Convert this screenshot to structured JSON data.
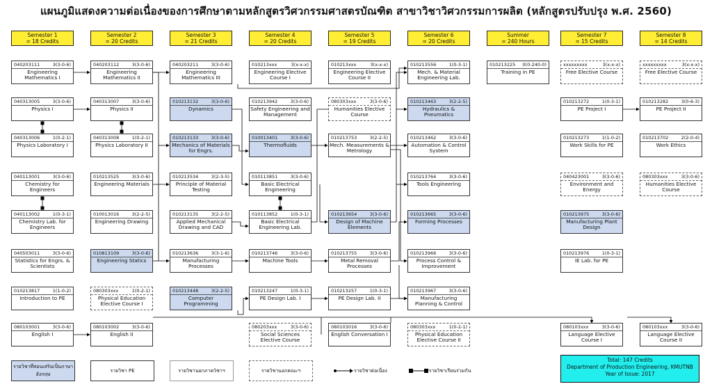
{
  "title": "แผนภูมิแสดงความต่อเนื่องของการศึกษาตามหลักสูตรวิศวกรรมศาสตรบัณฑิต สาขาวิชาวิศวกรรมการผลิต (หลักสูตรปรับปรุง พ.ศ. 2560)",
  "semesters": [
    {
      "name": "Semester 1",
      "credits": "= 18 Credits"
    },
    {
      "name": "Semester 2",
      "credits": "= 20 Credits"
    },
    {
      "name": "Semester 3",
      "credits": "= 21 Credits"
    },
    {
      "name": "Semester 4",
      "credits": "= 20 Credits"
    },
    {
      "name": "Semester 5",
      "credits": "= 19 Credits"
    },
    {
      "name": "Semester 6",
      "credits": "= 20 Credits"
    },
    {
      "name": "Summer",
      "credits": "= 240 Hours"
    },
    {
      "name": "Semester 7",
      "credits": "= 15 Credits"
    },
    {
      "name": "Semester 8",
      "credits": "= 14 Credits"
    }
  ],
  "courses": [
    {
      "col": 0,
      "row": 0,
      "code": "040203111",
      "cr": "3(3-0-6)",
      "name": "Engineering Mathematics I",
      "style": "thin"
    },
    {
      "col": 0,
      "row": 1,
      "code": "040313005",
      "cr": "3(3-0-6)",
      "name": "Physics I",
      "style": "thin"
    },
    {
      "col": 0,
      "row": 2,
      "code": "040313006",
      "cr": "1(0-2-1)",
      "name": "Physics Laboratory I",
      "style": "thin"
    },
    {
      "col": 0,
      "row": 3,
      "code": "040113001",
      "cr": "3(3-0-6)",
      "name": "Chemistry for Engineers",
      "style": "thin"
    },
    {
      "col": 0,
      "row": 4,
      "code": "040113002",
      "cr": "1(0-3-1)",
      "name": "Chemistry Lab. for Engineers",
      "style": "thin"
    },
    {
      "col": 0,
      "row": 5,
      "code": "040503011",
      "cr": "3(3-0-6)",
      "name": "Statistics for Engrs. & Scientists",
      "style": "thin"
    },
    {
      "col": 0,
      "row": 6,
      "code": "010213817",
      "cr": "1(1-0-2)",
      "name": "Introduction to PE",
      "style": "thick"
    },
    {
      "col": 0,
      "row": 7,
      "code": "080103001",
      "cr": "3(3-0-6)",
      "name": "English I",
      "style": "thin"
    },
    {
      "col": 1,
      "row": 0,
      "code": "040203112",
      "cr": "3(3-0-6)",
      "name": "Engineering Mathematics II",
      "style": "thin"
    },
    {
      "col": 1,
      "row": 1,
      "code": "040313007",
      "cr": "3(3-0-6)",
      "name": "Physics II",
      "style": "thin"
    },
    {
      "col": 1,
      "row": 2,
      "code": "040313008",
      "cr": "1(0-2-1)",
      "name": "Physics Laboratory II",
      "style": "thin"
    },
    {
      "col": 1,
      "row": 3,
      "code": "010213525",
      "cr": "3(3-0-6)",
      "name": "Engineering Materials",
      "style": "thick"
    },
    {
      "col": 1,
      "row": 4,
      "code": "010013016",
      "cr": "3(2-2-5)",
      "name": "Engineering Drawing",
      "style": "thin"
    },
    {
      "col": 1,
      "row": 5,
      "code": "010813109",
      "cr": "3(3-0-6)",
      "name": "Engineering Statics",
      "style": "blue"
    },
    {
      "col": 1,
      "row": 6,
      "code": "080303xxx",
      "cr": "1(0-2-1)",
      "name": "Physical Education Elective Course I",
      "style": "dashed"
    },
    {
      "col": 1,
      "row": 7,
      "code": "080103002",
      "cr": "3(3-0-6)",
      "name": "English II",
      "style": "thin"
    },
    {
      "col": 2,
      "row": 0,
      "code": "040203211",
      "cr": "3(3-0-6)",
      "name": "Engineering Mathematics III",
      "style": "thin"
    },
    {
      "col": 2,
      "row": 1,
      "code": "010213132",
      "cr": "3(3-0-6)",
      "name": "Dynamics",
      "style": "blue"
    },
    {
      "col": 2,
      "row": 2,
      "code": "010213133",
      "cr": "3(3-0-6)",
      "name": "Mechanics of Materials for Engrs.",
      "style": "blue"
    },
    {
      "col": 2,
      "row": 3,
      "code": "010213534",
      "cr": "3(2-3-5)",
      "name": "Principle of Material Testing",
      "style": "thick"
    },
    {
      "col": 2,
      "row": 4,
      "code": "010213135",
      "cr": "3(2-2-5)",
      "name": "Applied Mechanical Drawing and CAD",
      "style": "thick"
    },
    {
      "col": 2,
      "row": 5,
      "code": "010213636",
      "cr": "3(3-1-6)",
      "name": "Manufacturing Processes",
      "style": "thick"
    },
    {
      "col": 2,
      "row": 6,
      "code": "010213448",
      "cr": "3(2-2-5)",
      "name": "Computer Programming",
      "style": "blue"
    },
    {
      "col": 3,
      "row": 0,
      "code": "010213xxx",
      "cr": "3(x-x-x)",
      "name": "Engineering Elective Course I",
      "style": "thin"
    },
    {
      "col": 3,
      "row": 1,
      "code": "010213942",
      "cr": "3(3-0-6)",
      "name": "Safety Engineering and Management",
      "style": "thick"
    },
    {
      "col": 3,
      "row": 2,
      "code": "010013401",
      "cr": "3(3-0-6)",
      "name": "Thermofluids",
      "style": "blue"
    },
    {
      "col": 3,
      "row": 3,
      "code": "010113851",
      "cr": "3(3-0-6)",
      "name": "Basic Electrical Engineering",
      "style": "thin"
    },
    {
      "col": 3,
      "row": 4,
      "code": "010113852",
      "cr": "1(0-3-1)",
      "name": "Basic Electrical Engineering Lab.",
      "style": "thin"
    },
    {
      "col": 3,
      "row": 5,
      "code": "010213746",
      "cr": "3(3-0-6)",
      "name": "Machine Tools",
      "style": "thick"
    },
    {
      "col": 3,
      "row": 6,
      "code": "010213247",
      "cr": "1(0-3-1)",
      "name": "PE Design Lab. I",
      "style": "thick"
    },
    {
      "col": 3,
      "row": 7,
      "code": "080203xxx",
      "cr": "3(3-0-6)",
      "name": "Social Sciences Elective Course",
      "style": "dashed"
    },
    {
      "col": 4,
      "row": 0,
      "code": "010213xxx",
      "cr": "3(x-x-x)",
      "name": "Engineering Elective Course II",
      "style": "thin"
    },
    {
      "col": 4,
      "row": 1,
      "code": "080303xxx",
      "cr": "3(3-0-6)",
      "name": "Humanities Elective Course",
      "style": "dashed"
    },
    {
      "col": 4,
      "row": 2,
      "code": "010213753",
      "cr": "3(2-2-5)",
      "name": "Mech. Measurements & Metrology",
      "style": "thick"
    },
    {
      "col": 4,
      "row": 4,
      "code": "010213654",
      "cr": "3(3-0-6)",
      "name": "Design of Machine Elements",
      "style": "blue"
    },
    {
      "col": 4,
      "row": 5,
      "code": "010213755",
      "cr": "3(3-0-6)",
      "name": "Metal Removal Processes",
      "style": "thick"
    },
    {
      "col": 4,
      "row": 6,
      "code": "010213257",
      "cr": "1(0-3-1)",
      "name": "PE Design Lab. II",
      "style": "thick"
    },
    {
      "col": 4,
      "row": 7,
      "code": "080103016",
      "cr": "3(3-0-6)",
      "name": "English Conversation I",
      "style": "thin"
    },
    {
      "col": 5,
      "row": 0,
      "code": "010213556",
      "cr": "1(0-3-1)",
      "name": "Mech. & Material Engineering Lab.",
      "style": "thick"
    },
    {
      "col": 5,
      "row": 1,
      "code": "010213463",
      "cr": "3(2-2-5)",
      "name": "Hydraulics & Pneumatics",
      "style": "blue"
    },
    {
      "col": 5,
      "row": 2,
      "code": "010213462",
      "cr": "3(3-0-6)",
      "name": "Automation & Control System",
      "style": "thick"
    },
    {
      "col": 5,
      "row": 3,
      "code": "010213764",
      "cr": "3(3-0-6)",
      "name": "Tools Engineering",
      "style": "thick"
    },
    {
      "col": 5,
      "row": 4,
      "code": "010213665",
      "cr": "3(3-0-6)",
      "name": "Forming Processes",
      "style": "blue"
    },
    {
      "col": 5,
      "row": 5,
      "code": "010213966",
      "cr": "3(3-0-6)",
      "name": "Process Control & Improvement",
      "style": "thick"
    },
    {
      "col": 5,
      "row": 6,
      "code": "010213967",
      "cr": "3(3-0-6)",
      "name": "Manufacturing Planning & Control",
      "style": "thick"
    },
    {
      "col": 5,
      "row": 7,
      "code": "080303xxx",
      "cr": "1(0-2-1)",
      "name": "Physical Education Elective Course II",
      "style": "dashed"
    },
    {
      "col": 6,
      "row": 0,
      "code": "010213225",
      "cr": "0(0-240-0)",
      "name": "Training in PE",
      "style": "thick"
    },
    {
      "col": 7,
      "row": 0,
      "code": "xxxxxxxxx",
      "cr": "3(x-x-x)",
      "name": "Free Elective Course",
      "style": "dashed"
    },
    {
      "col": 7,
      "row": 1,
      "code": "010213272",
      "cr": "1(0-3-1)",
      "name": "PE Project I",
      "style": "thick"
    },
    {
      "col": 7,
      "row": 2,
      "code": "010213273",
      "cr": "1(1-0-2)",
      "name": "Work Skills for PE",
      "style": "thick"
    },
    {
      "col": 7,
      "row": 3,
      "code": "040423001",
      "cr": "3(3-0-6)",
      "name": "Environment and Energy",
      "style": "dashed"
    },
    {
      "col": 7,
      "row": 4,
      "code": "010213975",
      "cr": "3(3-0-6)",
      "name": "Manufacturing Plant Design",
      "style": "blue"
    },
    {
      "col": 7,
      "row": 5,
      "code": "010213976",
      "cr": "1(0-3-1)",
      "name": "IE Lab. for PE",
      "style": "thick"
    },
    {
      "col": 7,
      "row": 7,
      "code": "080103xxx",
      "cr": "3(3-0-6)",
      "name": "Language Elective Course I",
      "style": "thin"
    },
    {
      "col": 8,
      "row": 0,
      "code": "xxxxxxxxx",
      "cr": "3(x-x-x)",
      "name": "Free Elective Course",
      "style": "dashed"
    },
    {
      "col": 8,
      "row": 1,
      "code": "010213282",
      "cr": "3(0-6-3)",
      "name": "PE Project II",
      "style": "thick"
    },
    {
      "col": 8,
      "row": 2,
      "code": "010213702",
      "cr": "2(2-0-4)",
      "name": "Work Ethics",
      "style": "thick"
    },
    {
      "col": 8,
      "row": 3,
      "code": "080303xxx",
      "cr": "3(3-0-6)",
      "name": "Humanities Elective Course",
      "style": "dashed"
    },
    {
      "col": 8,
      "row": 7,
      "code": "080103xxx",
      "cr": "3(3-0-6)",
      "name": "Language Elective Course II",
      "style": "thin"
    }
  ],
  "legend": [
    {
      "label": "รายวิชาที่สอนเสริมเป็นภาษาอังกฤษ",
      "style": "blue"
    },
    {
      "label": "รายวิชา PE",
      "style": "thick"
    },
    {
      "label": "รายวิชานอกภาควิชาฯ",
      "style": "thin"
    },
    {
      "label": "รายวิชานอกคณะฯ",
      "style": "dashed"
    },
    {
      "label": "รายวิชาต่อเนื่อง",
      "style": "arrow"
    },
    {
      "label": "รายวิชาเรียนร่วมกัน",
      "style": "square"
    }
  ],
  "total": {
    "line1": "Total: 147 Credits",
    "line2": "Department of Production Engineering, KMUTNB",
    "line3": "Year of Issue: 2017"
  }
}
